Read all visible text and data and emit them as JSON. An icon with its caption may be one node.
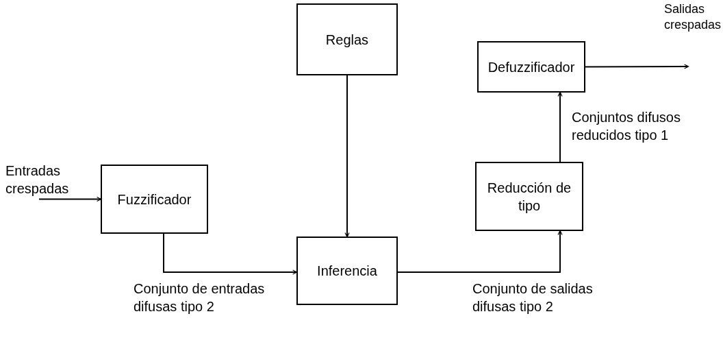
{
  "diagram": {
    "nodes": [
      {
        "text": [
          "Reglas"
        ]
      },
      {
        "text": [
          "Defuzzificador"
        ]
      },
      {
        "text": [
          "Reducción de tipo"
        ]
      },
      {
        "text": [
          "Fuzzificador"
        ]
      },
      {
        "text": [
          "Inferencia"
        ]
      }
    ],
    "edges": [
      {
        "from": null,
        "to": 3,
        "arrow": "to",
        "label": "Entradas crespadas"
      },
      {
        "from": 0,
        "to": 4,
        "arrow": "to"
      },
      {
        "from": 3,
        "to": 4,
        "arrow": "to",
        "label": "Conjunto de entradas difusas tipo 2"
      },
      {
        "from": 4,
        "to": 2,
        "arrow": "to",
        "label": "Conjunto de salidas difusas tipo 2"
      },
      {
        "from": 2,
        "to": 1,
        "arrow": "to",
        "label": "Conjuntos difusos reducidos tipo 1"
      },
      {
        "from": 1,
        "to": null,
        "arrow": "to",
        "label": "Salidas crespadas"
      }
    ]
  }
}
